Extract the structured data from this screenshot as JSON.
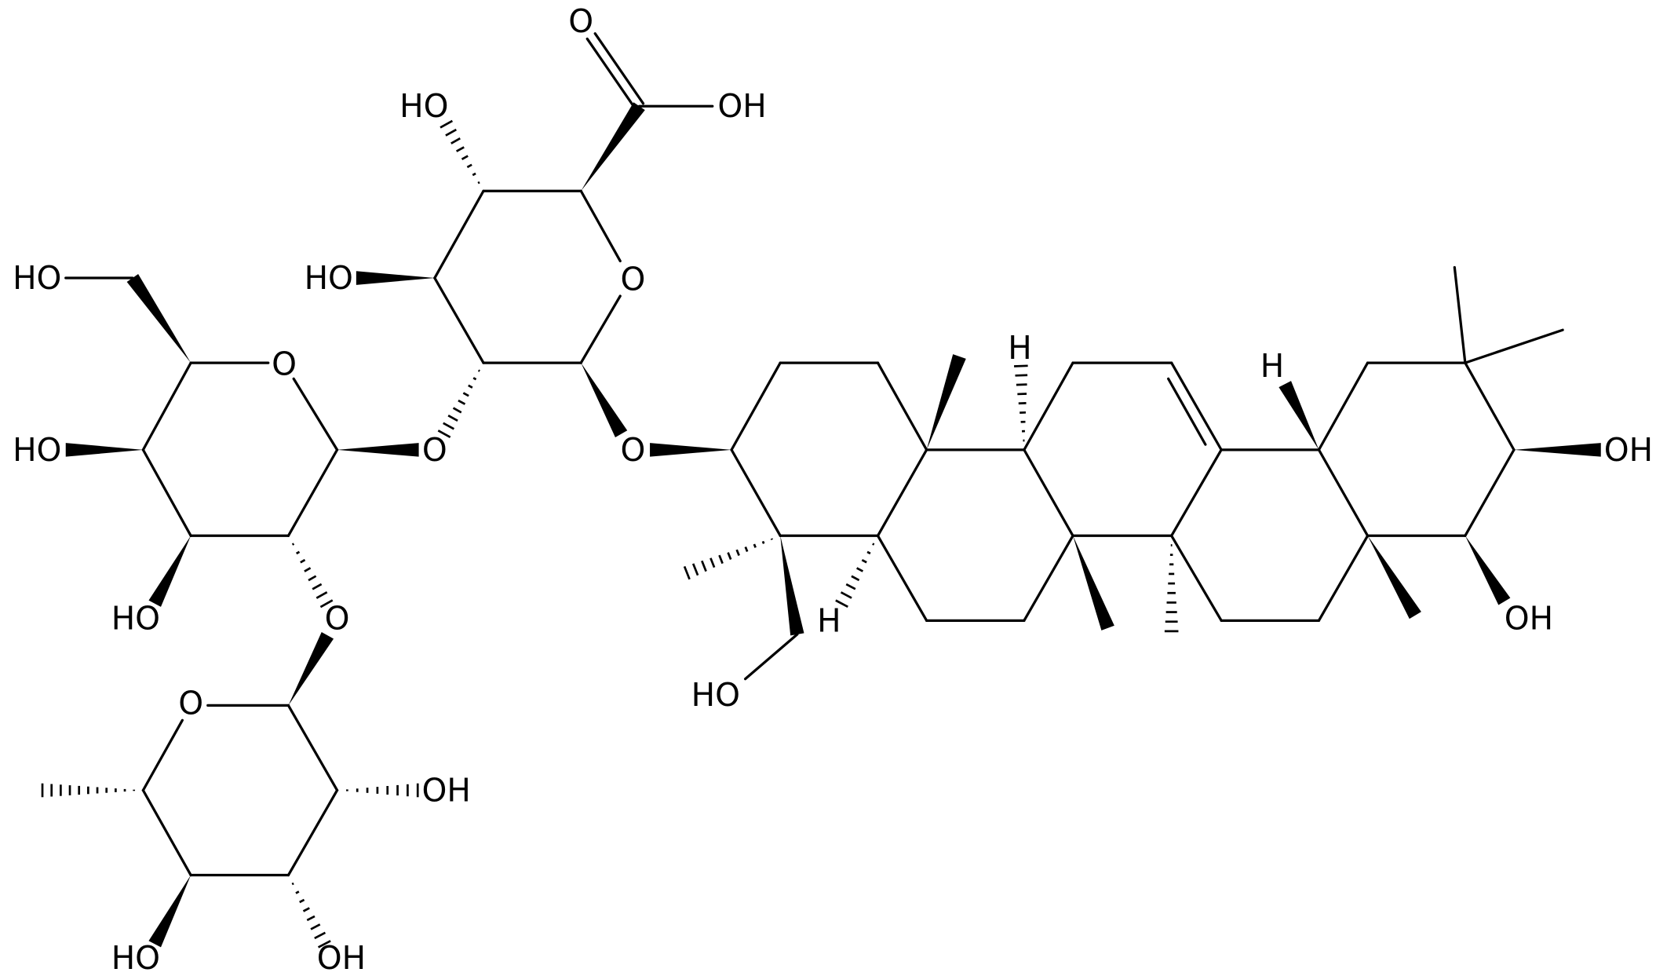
{
  "colors": {
    "bond": "#000000",
    "background": "#ffffff"
  },
  "labels": [
    "O",
    "OH",
    "HO",
    "HO",
    "O",
    "HO",
    "O",
    "HO",
    "O",
    "O",
    "HO",
    "O",
    "O",
    "OH",
    "HO",
    "OH",
    "HO",
    "H",
    "H",
    "H",
    "OH",
    "OH"
  ]
}
